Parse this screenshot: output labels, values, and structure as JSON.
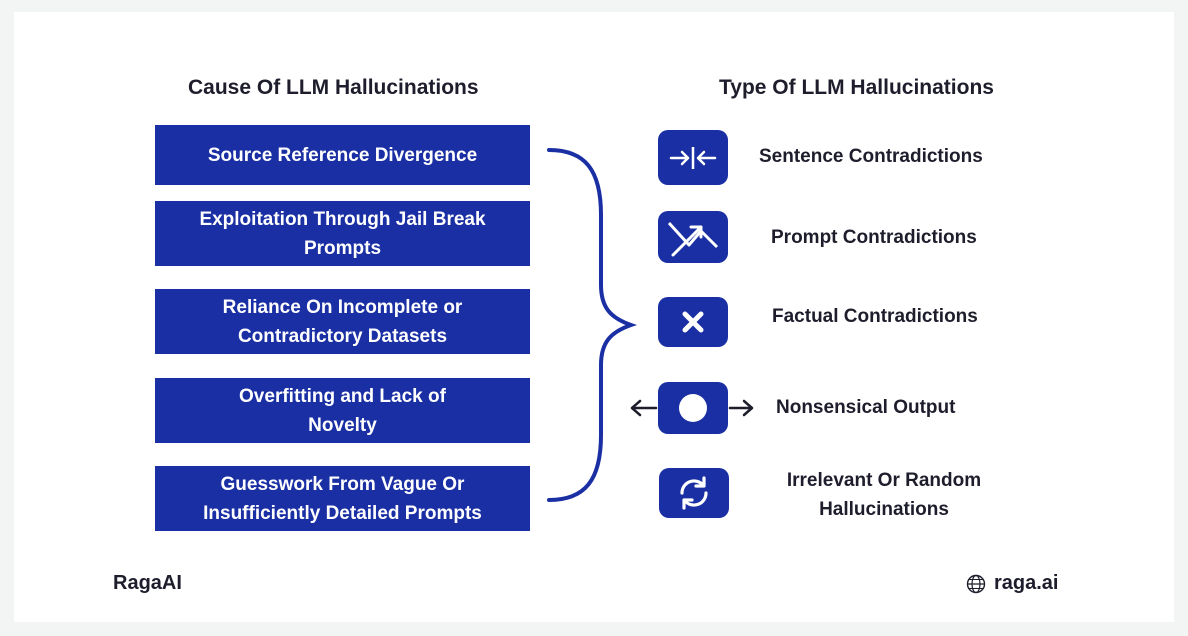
{
  "headings": {
    "cause": "Cause Of LLM Hallucinations",
    "type": "Type Of LLM Hallucinations"
  },
  "causes": [
    {
      "line1": "Source Reference Divergence",
      "line2": ""
    },
    {
      "line1": "Exploitation Through Jail Break",
      "line2": "Prompts"
    },
    {
      "line1": "Reliance On Incomplete or",
      "line2": "Contradictory Datasets"
    },
    {
      "line1": "Overfitting and Lack of",
      "line2": "Novelty"
    },
    {
      "line1": "Guesswork From Vague Or",
      "line2": "Insufficiently Detailed Prompts"
    }
  ],
  "types": [
    {
      "icon": "arrows-converge-icon",
      "line1": "Sentence Contradictions",
      "line2": ""
    },
    {
      "icon": "crossed-arrows-icon",
      "line1": "Prompt Contradictions",
      "line2": ""
    },
    {
      "icon": "x-mark-icon",
      "line1": "Factual Contradictions",
      "line2": ""
    },
    {
      "icon": "circle-arrows-icon",
      "line1": "Nonsensical Output",
      "line2": ""
    },
    {
      "icon": "refresh-icon",
      "line1": "Irrelevant Or Random",
      "line2": "Hallucinations"
    }
  ],
  "footer": {
    "brand": "RagaAI",
    "site": "raga.ai",
    "site_icon": "globe-icon"
  },
  "colors": {
    "accent": "#1a2fa3",
    "text": "#1d1d2c",
    "background": "#ffffff"
  }
}
